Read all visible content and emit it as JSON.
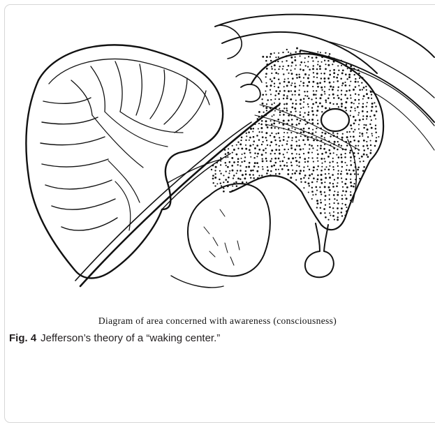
{
  "figure": {
    "drawing_caption": "Diagram of area concerned with awareness (consciousness)",
    "fig_label": "Fig. 4",
    "fig_title": "Jefferson’s theory of a “waking center.”"
  },
  "colors": {
    "ink": "#111111",
    "frame": "#d6d6d6",
    "caption": "#231f20"
  }
}
